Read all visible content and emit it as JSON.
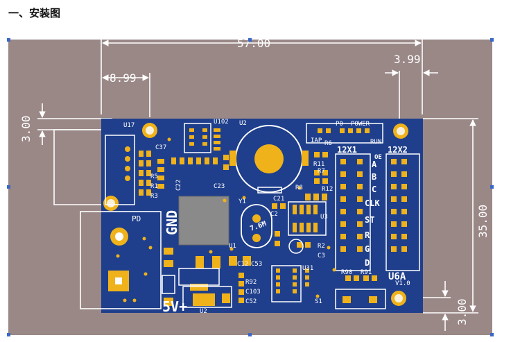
{
  "page": {
    "heading": "一、安装图"
  },
  "dimensions": {
    "overall_width": "57.00",
    "left_offset": "8.99",
    "right_offset": "3.99",
    "top_offset": "3.00",
    "board_height": "35.00",
    "bottom_offset": "3.00"
  },
  "silkscreen": {
    "u17": "U17",
    "u102": "U102",
    "u2_top": "U2",
    "c37": "C37",
    "r5": "R5",
    "r1": "R1",
    "r3": "R3",
    "c22": "C22",
    "c23": "C23",
    "p0": "P0",
    "power": "POWER",
    "iap": "IAP",
    "r6": "R6",
    "run": "RUN",
    "r11": "R11",
    "r8": "R8",
    "r12": "R12",
    "r7": "R7",
    "x12x1": "12X1",
    "x12x2": "12X2",
    "oe": "OE",
    "pins": [
      "A",
      "B",
      "C",
      "CLK",
      "ST",
      "R",
      "G",
      "D"
    ],
    "pd": "PD",
    "gnd": "GND",
    "y1": "Y1",
    "c21": "C21",
    "c2": "C2",
    "u3": "U3",
    "freq": "7.6M",
    "u1": "U1",
    "r2": "R2",
    "c3": "C3",
    "u31": "U31",
    "c12": "C12",
    "c53": "C53",
    "r92": "R92",
    "c103": "C103",
    "c52": "C52",
    "u2": "U2",
    "v5": "5V+",
    "r90": "R90",
    "r91": "R91",
    "s1": "S1",
    "u6a": "U6A",
    "ver": "V1.0"
  },
  "colors": {
    "frame_bg": "#9a8887",
    "pcb": "#1f3f8c",
    "pad": "#f0b21a",
    "silk": "#ffffff",
    "chip": "#8a8a8a",
    "handle": "#3a67c8"
  }
}
